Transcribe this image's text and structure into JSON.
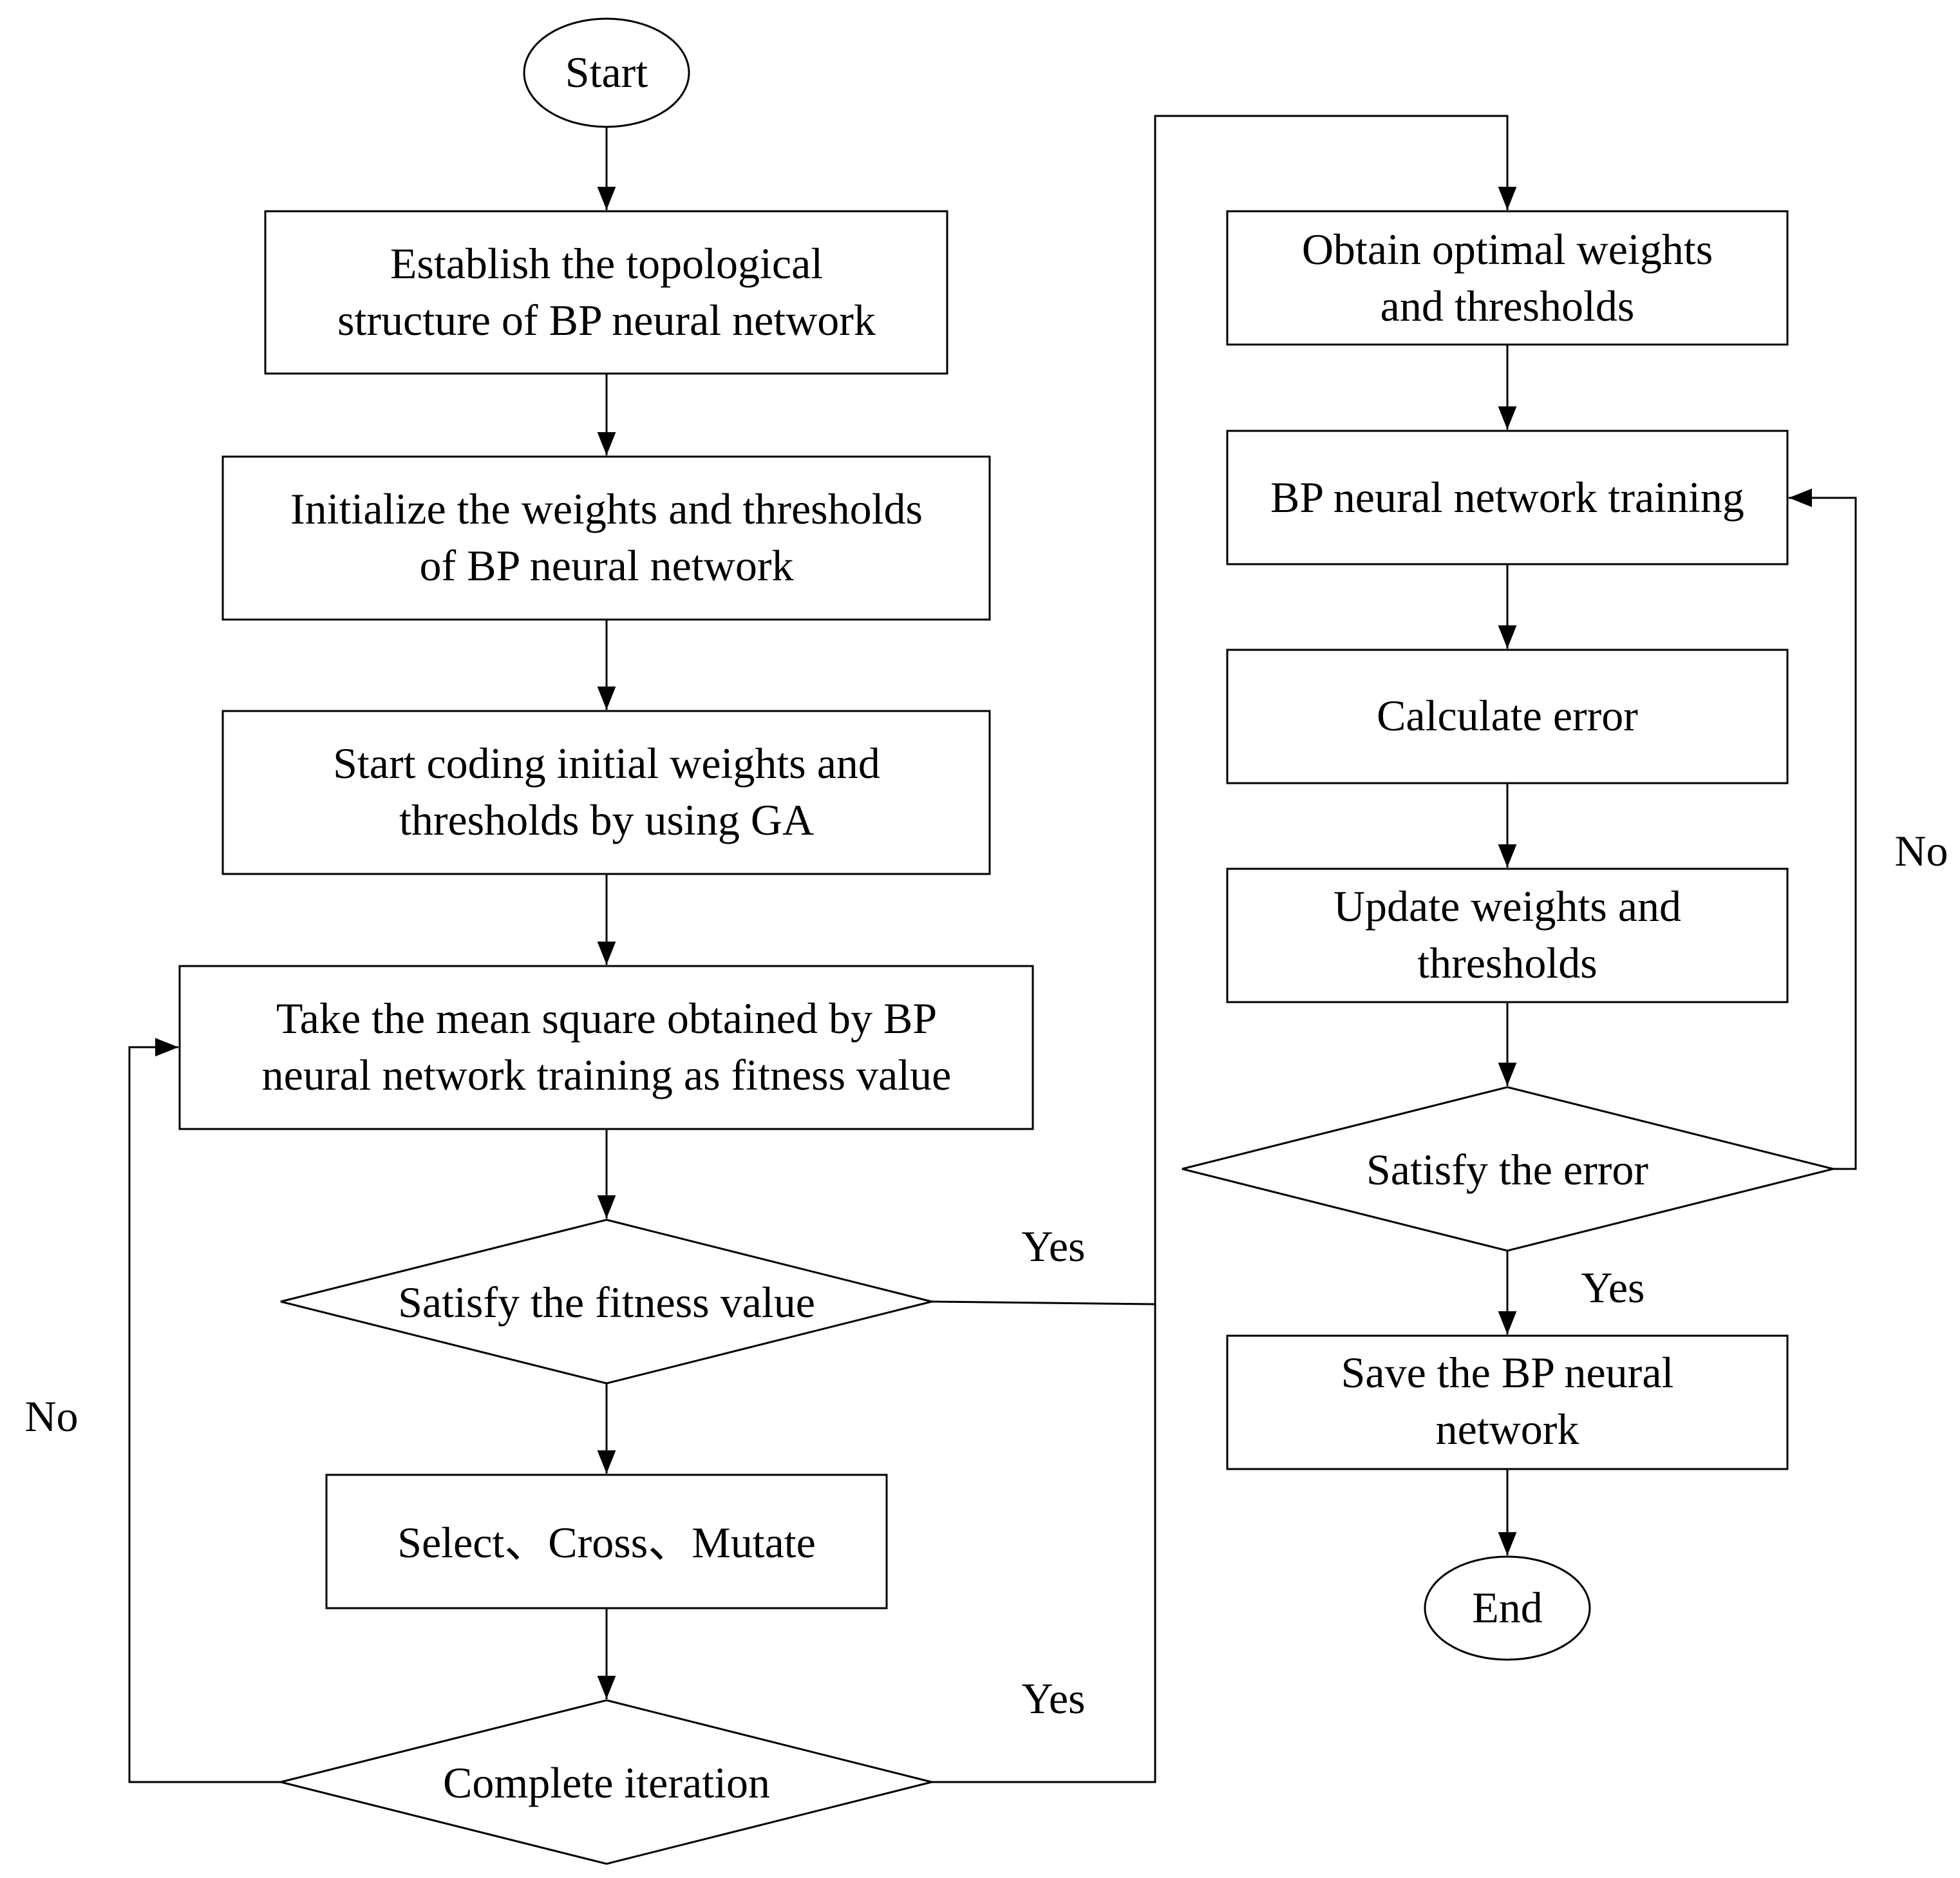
{
  "terminals": {
    "start": "Start",
    "end": "End"
  },
  "left_column": {
    "establish": [
      "Establish the topological",
      "structure of BP neural network"
    ],
    "initialize": [
      "Initialize the weights and thresholds",
      "of  BP neural network"
    ],
    "coding": [
      "Start coding initial weights and",
      "thresholds by using GA"
    ],
    "fitness_eval": [
      "Take the mean square obtained by BP",
      "neural network training as fitness value"
    ],
    "decision_fitness": "Satisfy the fitness value",
    "operators": "Select、Cross、Mutate",
    "decision_iteration": "Complete iteration"
  },
  "right_column": {
    "obtain": [
      "Obtain optimal weights",
      "and thresholds"
    ],
    "training": "BP neural network training",
    "calc_error": "Calculate error",
    "update": [
      "Update weights and",
      "thresholds"
    ],
    "decision_error": "Satisfy the error",
    "save": [
      "Save the BP neural",
      "network"
    ]
  },
  "branch_labels": {
    "yes_fitness": "Yes",
    "yes_iteration": "Yes",
    "no_iteration": "No",
    "no_error": "No",
    "yes_error": "Yes"
  }
}
